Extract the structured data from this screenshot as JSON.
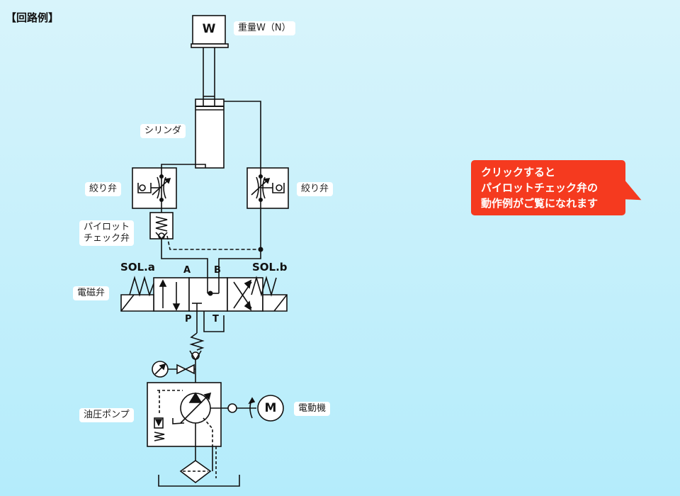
{
  "title": "【回路例】",
  "labels": {
    "weight_box": "W",
    "weight": "重量W（N）",
    "cylinder": "シリンダ",
    "throttle_left": "絞り弁",
    "throttle_right": "絞り弁",
    "pilot_check": "パイロット\nチェック弁",
    "solenoid_valve": "電磁弁",
    "pump": "油圧ポンプ",
    "motor": "電動機",
    "motor_symbol": "M"
  },
  "ports": {
    "a": "A",
    "b": "B",
    "p": "P",
    "t": "T"
  },
  "solenoids": {
    "left": "SOL.a",
    "right": "SOL.b"
  },
  "callout": {
    "text": "クリックすると\nパイロットチェック弁の\n動作例がご覧になれます",
    "color": "#f53a1f"
  }
}
